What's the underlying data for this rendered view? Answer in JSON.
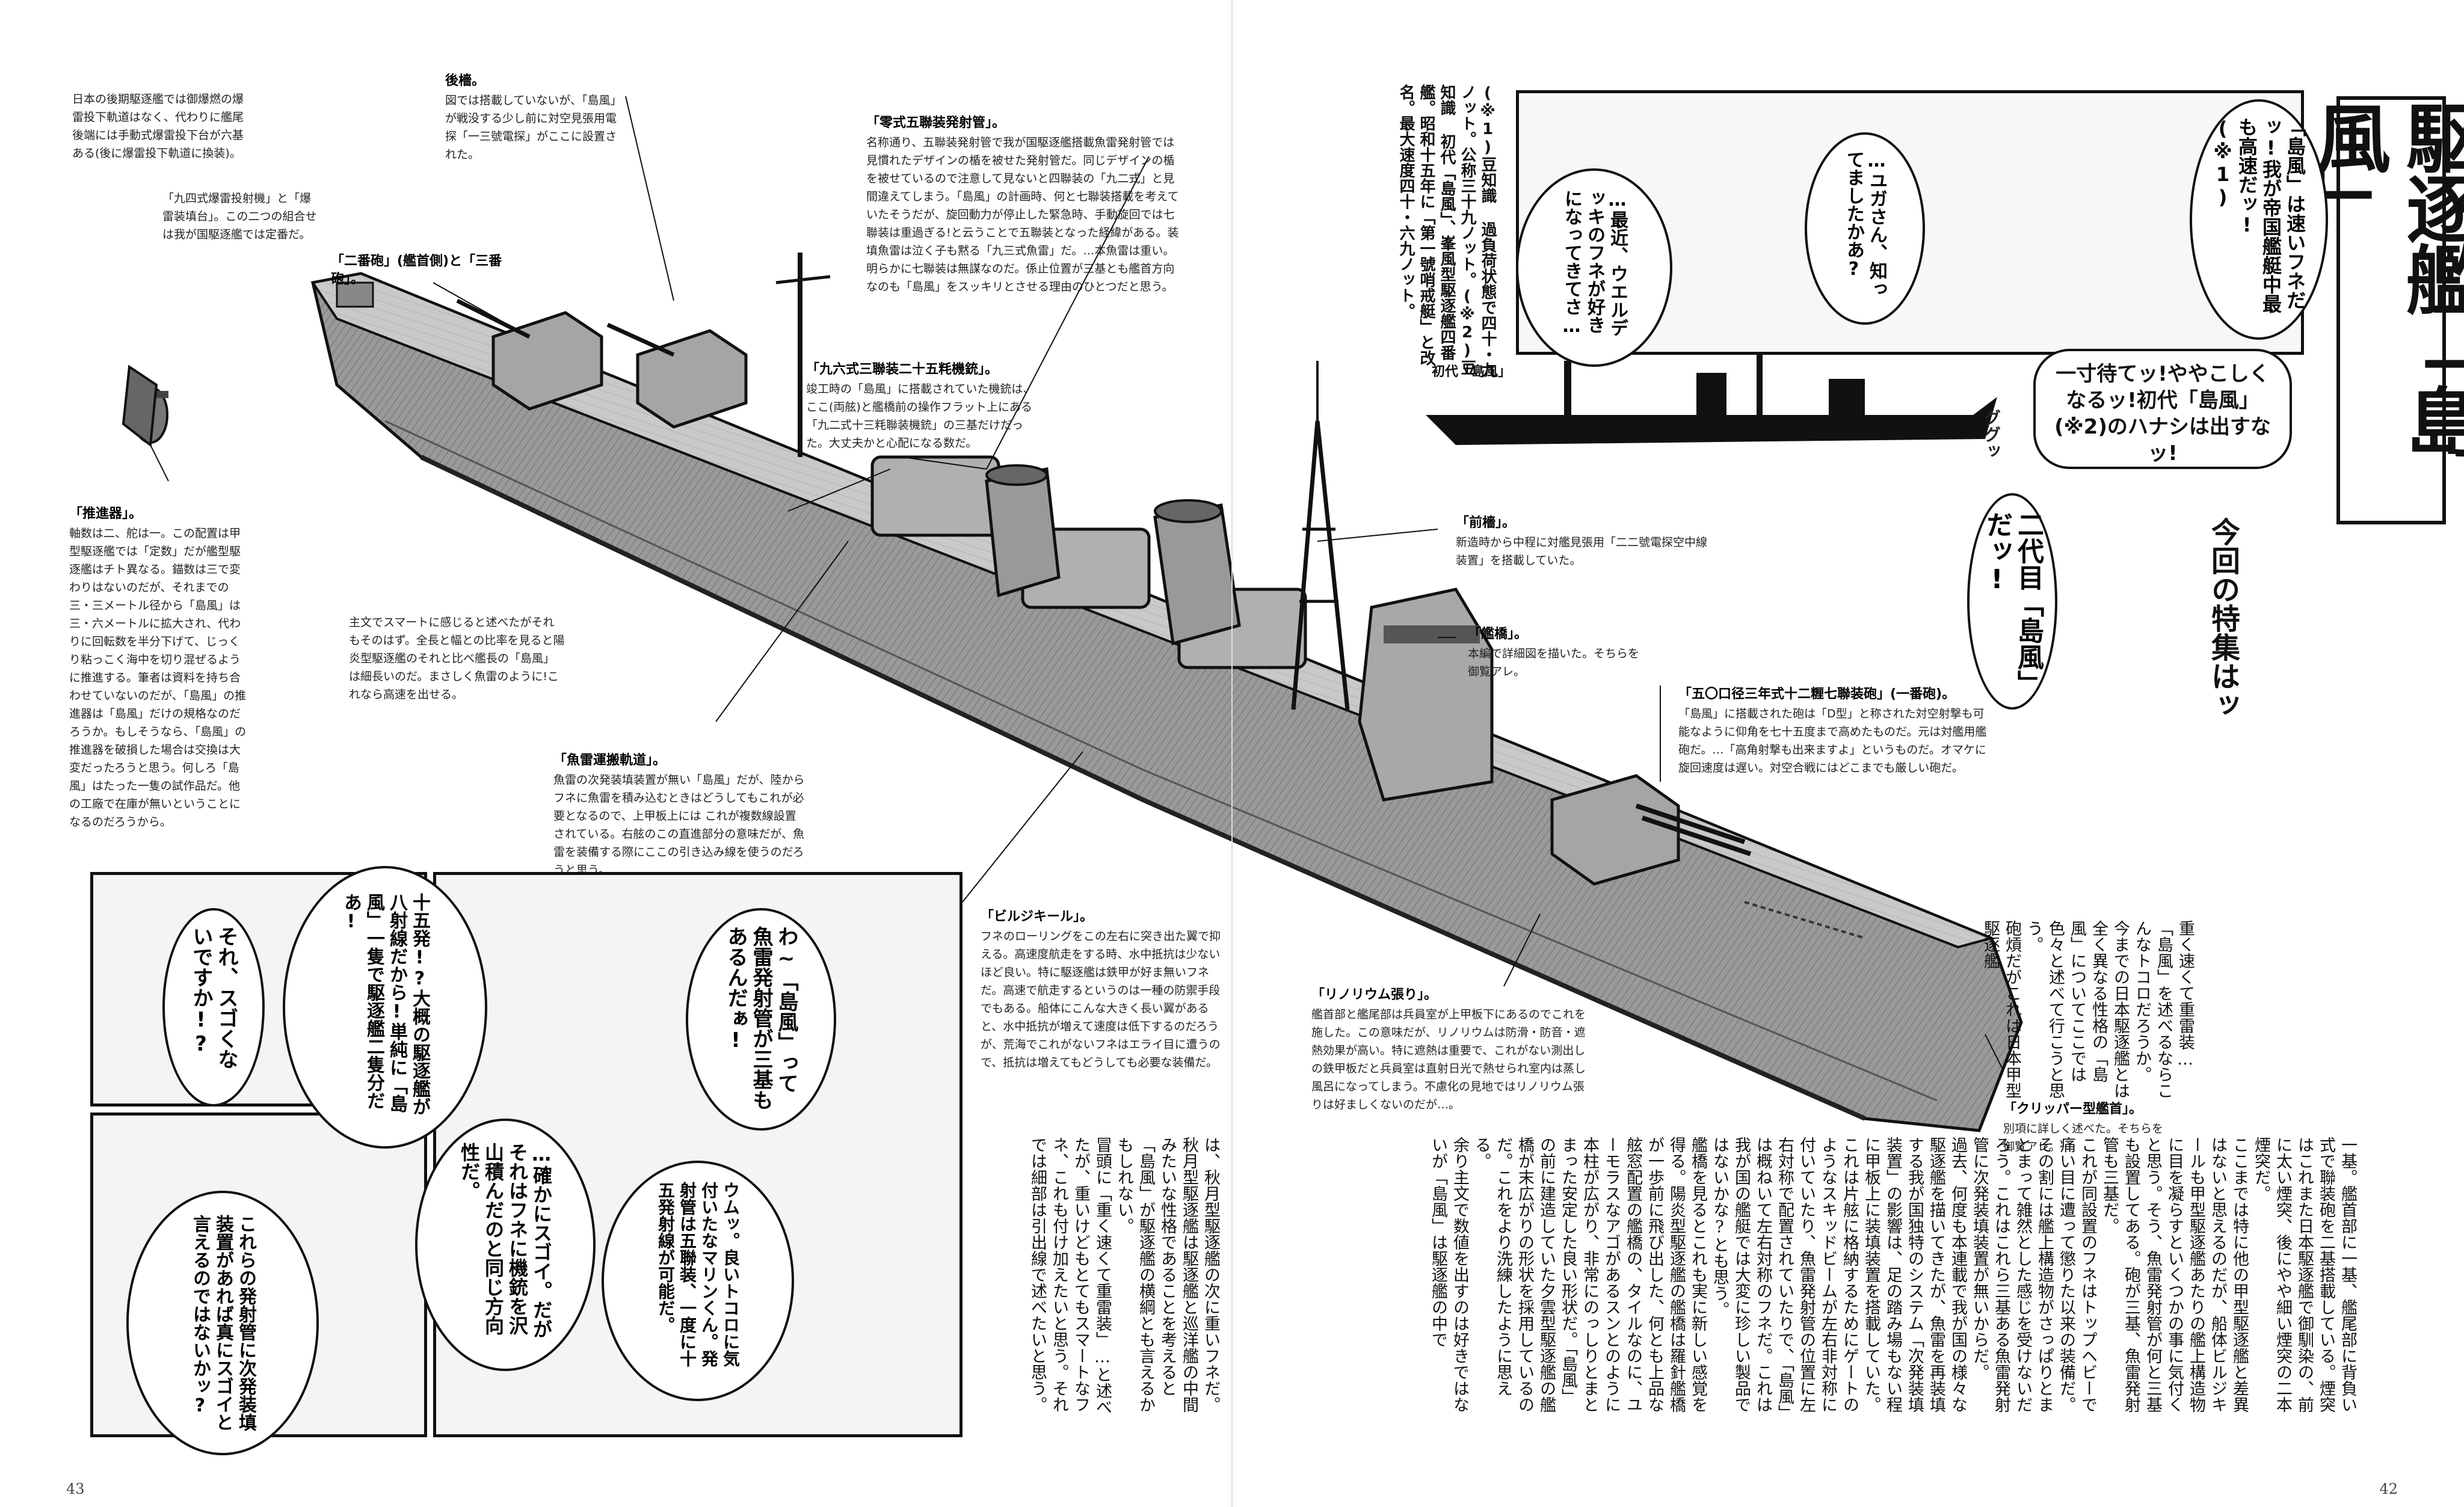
{
  "headline": "駆逐艦「島風」",
  "special_feature": "今回の特集はッ",
  "page_numbers": {
    "left": "43",
    "right": "42"
  },
  "notes": {
    "intro": "日本の後期駆逐艦では御爆燃の爆雷投下軌道はなく、代わりに艦尾後端には手動式爆雷投下台が六基ある(後に爆雷投下軌道に換装)。",
    "depth_charge": "「九四式爆雷投射機」と「爆雷装填台」。この二つの組合せは我が国駆逐艦では定番だ。",
    "rear_mast": {
      "title": "後檣。",
      "text": "図では搭載していないが、「島風」が戦没する少し前に対空見張用電探「一三號電探」がここに設置された。"
    },
    "turrets": {
      "title": "「二番砲」(艦首側)と「三番砲」。",
      "text": ""
    },
    "torpedo_tubes": {
      "title": "「零式五聯装発射管」。",
      "text": "名称通り、五聯装発射管で我が国駆逐艦搭載魚雷発射管では見慣れたデザインの楯を被せた発射管だ。同じデザインの楯を被せているので注意して見ないと四聯装の「九二式」と見間違えてしまう。「島風」の計画時、何と七聯装搭載を考えていたそうだが、旋回動力が停止した緊急時、手動旋回では七聯装は重過ぎる!と云うことで五聯装となった経緯がある。装填魚雷は泣く子も黙る「九三式魚雷」だ。…本魚雷は重い。明らかに七聯装は無謀なのだ。係止位置が三基とも艦首方向なのも「島風」をスッキリとさせる理由のひとつだと思う。"
    },
    "machine_gun": {
      "title": "「九六式三聯装二十五粍機銃」。",
      "text": "竣工時の「島風」に搭載されていた機銃は、ここ(両舷)と艦橋前の操作フラット上にある「九二式十三粍聯装機銃」の三基だけだった。大丈夫かと心配になる数だ。"
    },
    "propulsion": {
      "title": "「推進器」。",
      "text": "軸数は二、舵は一。この配置は甲型駆逐艦では「定数」だが艦型駆逐艦はチト異なる。錨数は三で変わりはないのだが、それまでの三・三メートル径から「島風」は三・六メートルに拡大され、代わりに回転数を半分下げて、じっくり粘っこく海中を切り混ぜるように推進する。筆者は資料を持ち合わせていないのだが、「島風」の推進器は「島風」だけの規格なのだろうか。もしそうなら、「島風」の推進器を破損した場合は交換は大変だったろうと思う。何しろ「島風」はたった一隻の試作品だ。他の工廠で在庫が無いということになるのだろうから。"
    },
    "smart_note": "主文でスマートに感じると述べたがそれもそのはず。全長と幅との比率を見ると陽炎型駆逐艦のそれと比べ艦長の「島風」は細長いのだ。まさしく魚雷のように!これなら高速を出せる。",
    "rail": {
      "title": "「魚雷運搬軌道」。",
      "text": "魚雷の次発装填装置が無い「島風」だが、陸からフネに魚雷を積み込むときはどうしてもこれが必要となるので、上甲板上には これが複数線設置されている。右舷のこの直進部分の意味だが、魚雷を装備する際にここの引き込み線を使うのだろうと思う。"
    },
    "bilge_keel": {
      "title": "「ビルジキール」。",
      "text": "フネのローリングをこの左右に突き出た翼で抑える。高速度航走をする時、水中抵抗は少ないほど良い。特に駆逐艦は鉄甲が好ま無いフネだ。高速で航走するというのは一種の防禦手段でもある。船体にこんな大きく長い翼があると、水中抵抗が増えて速度は低下するのだろうが、荒海でこれがないフネはエライ目に遭うので、抵抗は増えてもどうしても必要な装備だ。"
    },
    "foremast": {
      "title": "「前檣」。",
      "text": "新造時から中程に対艦見張用「二二號電探空中線装置」を搭載していた。"
    },
    "bridge": {
      "title": "「艦橋」。",
      "text": "本編で詳細図を描いた。そちらを御覧アレ。"
    },
    "main_gun": {
      "title": "「五〇口径三年式十二糎七聯装砲」(一番砲)。",
      "text": "「島風」に搭載された砲は「D型」と称された対空射撃も可能なように仰角を七十五度まで高めたものだ。元は対艦用艦砲だ。…「高角射撃も出来ますよ」というものだ。オマケに旋回速度は遅い。対空合戦にはどこまでも厳しい砲だ。"
    },
    "linoleum": {
      "title": "「リノリウム張り」。",
      "text": "艦首部と艦尾部は兵員室が上甲板下にあるのでこれを施した。この意味だが、リノリウムは防滑・防音・遮熱効果が高い。特に遮熱は重要で、これがない測出しの鉄甲板だと兵員室は直射日光で熱せられ室内は蒸し風呂になってしまう。不慮化の見地ではリノリウム張りは好ましくないのだが…。"
    },
    "clipper_bow": {
      "title": "「クリッパー型艦首」。",
      "text": "別項に詳しく述べた。そちらを御覧アレ。"
    },
    "footnote": "(※1)豆知識 過負荷状態で四十・九ノット。公称三十九ノット。(※2)豆知識 初代「島風」、峯風型駆逐艦四番艦。昭和十五年に「第一號哨戒艇」と改名。最大速度四十・六九ノット。"
  },
  "silhouette_label": "初代「島風」",
  "balloons": {
    "r1": "「島風」は速いフネだッ!我が帝国艦艇中最も高速だッ!(※1)",
    "r2": "…ユガさん、知ってましたかあ?",
    "r3": "…最近、ウエルデッキのフネが好きになってきてさ…",
    "r4": "一寸待てッ!ややこしくなるッ!初代「島風」(※2)のハナシは出すなッ!",
    "r5": "二代目「島風」だッ!",
    "r_sfx": "ググッ",
    "l1": "それ、スゴくないですか!?",
    "l2": "十五発!?大概の駆逐艦が八射線だから!単純に「島風」一隻で駆逐艦二隻分だあ!",
    "l3": "わ~「島風」って魚雷発射管が三基もあるんだぁ!",
    "l4": "…確かにスゴイ。だがそれはフネに機銃を沢山積んだのと同じ方向性だ。",
    "l5": "これらの発射管に次発装填装置があれば真にスゴイと言えるのではないかッ?",
    "l6": "ウムッ。良いトコロに気付いたなマリンくん。発射管は五聯装、一度に十五発射線が可能だ。"
  },
  "body_text": {
    "right_top": [
      "重く速くて重雷装…「島風」を述べるならこんなトコロだろうか。",
      "今までの日本駆逐艦とは全く異なる性格の「島風」についてここでは色々と述べて行こうと思う。",
      "砲熕だがこれは日本甲型駆逐艦"
    ],
    "right_bottom": [
      "一基。艦首部に一基、艦尾部に背負い式で聯装砲を二基搭載している。煙突はこれまた日本駆逐艦で御馴染の、前に太い煙突、後にやや細い煙突の二本煙突だ。",
      "ここまでは特に他の甲型駆逐艦と差異はないと思えるのだが、船体ビルジキールも甲型駆逐艦あたりの艦上構造物に目を凝らすといくつかの事に気付くと思う。そう、魚雷発射管が何と三基も設置してある。砲が三基、魚雷発射管も三基だ。",
      "これが同設置のフネはトップヘビーで痛い目に遭って懲りた以来の装備だ。",
      "その割には艦上構造物がさっぱりとまとまって雑然とした感じを受けないだろう。これはこれら三基ある魚雷発射管に次発装填装置が無いからだ。",
      "過去、何度も本連載で我が国の様々な駆逐艦を描いてきたが、魚雷を再装填する我が国独特のシステム「次発装填装置」の影響は、足の踏み場もない程に甲板上に装填装置を搭載していた。これは片舷に格納するためにゲートのようなスキッドビームが左右非対称に付いていたり、魚雷発射管の位置に左右対称で配置されていたりで、「島風」は概ねいて左右対称のフネだ。これは我が国の艦艇では大変に珍しい製品ではないかな?とも思う。",
      "艦橋を見るとこれも実に新しい感覚を得る。陽炎型駆逐艦の艦橋は羅針艦橋が一歩前に飛び出した、何とも上品な舷窓配置の艦橋の、タイルなのに、ユーモラスなアゴがあるスンとのように本柱が広がり、非常にのっしりとまとまった安定した良い形状だ。「島風」の前に建造していた夕雲型駆逐艦の艦橋が末広がりの形状を採用しているのだ。これをより洗練したように思える。",
      "余り主文で数値を出すのは好きではないが「島風」は駆逐艦の中で"
    ],
    "left_bottom": [
      "は、秋月型駆逐艦の次に重いフネだ。秋月型駆逐艦は駆逐艦と巡洋艦の中間みたいな性格であることを考えると「島風」が駆逐艦の横綱とも言えるかもしれない。",
      "冒頭に「重く速くて重雷装」…と述べたが、重いけどもとてもスマートなフネ、これも付け加えたいと思う。それでは細部は引出線で述べたいと思う。"
    ]
  }
}
